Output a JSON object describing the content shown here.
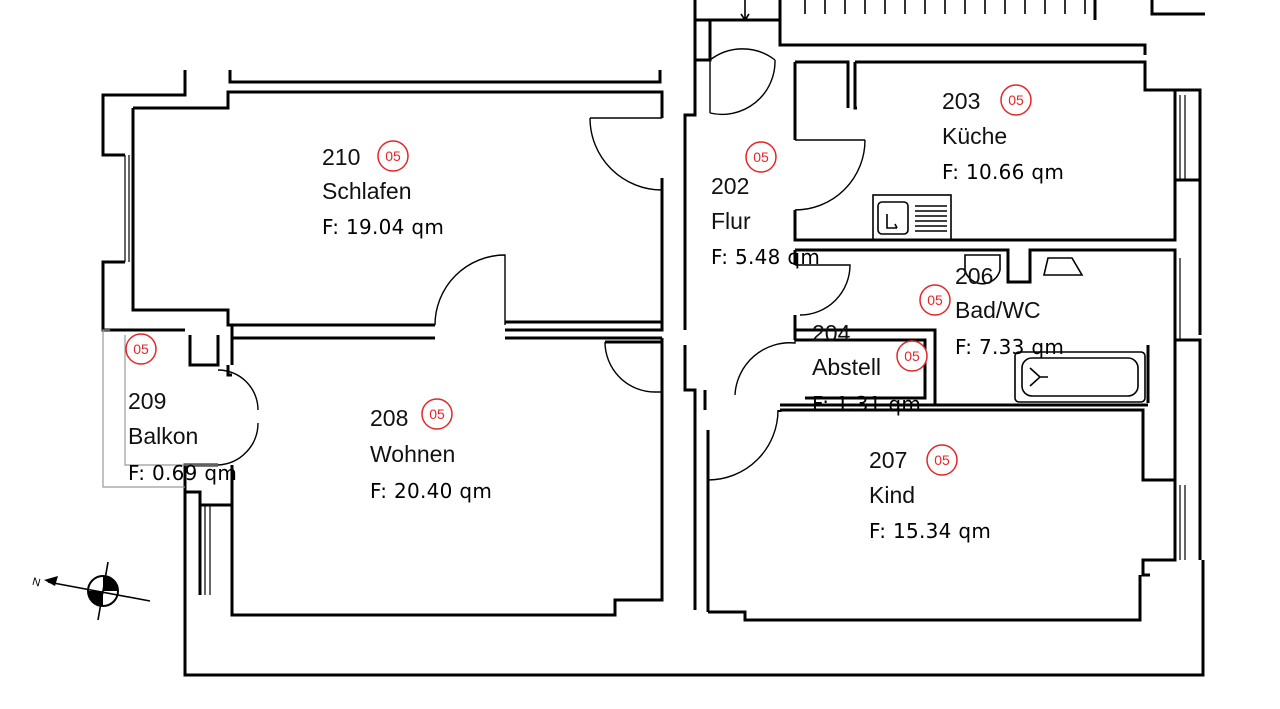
{
  "plan": {
    "tag_color": "#e3262a",
    "rooms": [
      {
        "id": "schlafen",
        "number": "210",
        "name": "Schlafen",
        "area": "F:  19.04  qm",
        "tag": "05"
      },
      {
        "id": "flur",
        "number": "202",
        "name": "Flur",
        "area": "F:  5.48  qm",
        "tag": "05"
      },
      {
        "id": "kueche",
        "number": "203",
        "name": "Küche",
        "area": "F:  10.66  qm",
        "tag": "05"
      },
      {
        "id": "bad",
        "number": "206",
        "name": "Bad/WC",
        "area": "F:  7.33  qm",
        "tag": "05"
      },
      {
        "id": "abstell",
        "number": "204",
        "name": "Abstell",
        "area": "F:  1.31  qm",
        "tag": "05"
      },
      {
        "id": "balkon",
        "number": "209",
        "name": "Balkon",
        "area": "F:  0.69  qm",
        "tag": "05"
      },
      {
        "id": "wohnen",
        "number": "208",
        "name": "Wohnen",
        "area": "F:  20.40  qm",
        "tag": "05"
      },
      {
        "id": "kind",
        "number": "207",
        "name": "Kind",
        "area": "F:  15.34  qm",
        "tag": "05"
      }
    ],
    "compass": {
      "label": "N"
    }
  }
}
